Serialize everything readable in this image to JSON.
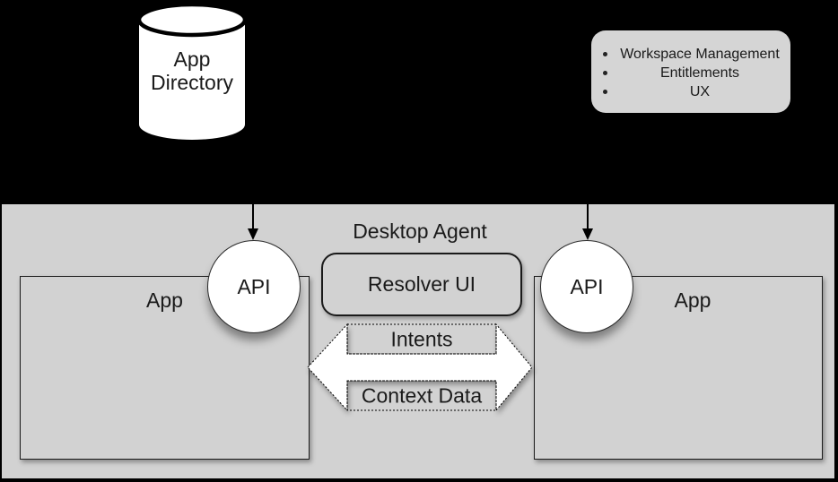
{
  "app_directory": {
    "lines": [
      "App",
      "Directory"
    ]
  },
  "features": {
    "items": [
      "Workspace Management",
      "Entitlements",
      "UX"
    ]
  },
  "desktop_agent": {
    "title": "Desktop Agent",
    "resolver": {
      "label": "Resolver UI"
    },
    "left_app": {
      "label": "App"
    },
    "right_app": {
      "label": "App"
    },
    "left_api": {
      "label": "API"
    },
    "right_api": {
      "label": "API"
    },
    "exchange_arrow": {
      "top_label": "Intents",
      "bottom_label": "Context Data"
    }
  },
  "colors": {
    "background": "#000000",
    "panel": "#d2d2d2",
    "features_box": "#d5d5d5",
    "shape_fill": "#ffffff",
    "outline": "#1a1a1a",
    "text": "#1a1a1a"
  }
}
